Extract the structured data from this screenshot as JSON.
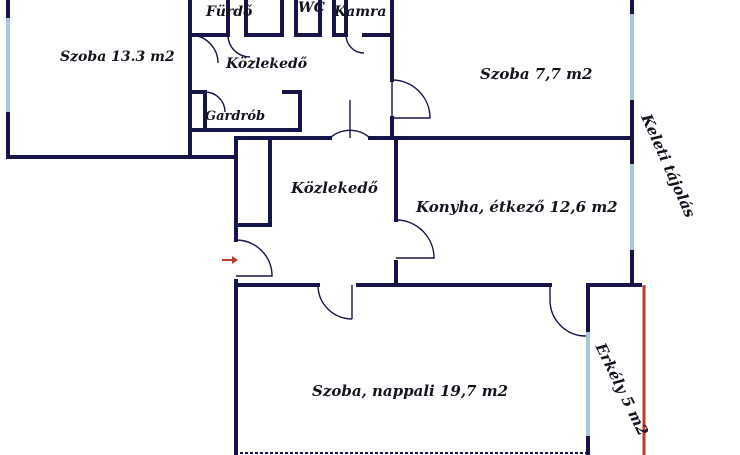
{
  "rooms": {
    "szoba_bal": "Szoba 13.3 m2",
    "furdo": "Fürdő",
    "wc": "WC",
    "kamra": "Kamra",
    "kozlekedo_felso": "Közlekedő",
    "gardrob": "Gardrób",
    "szoba_jobb": "Szoba 7,7 m2",
    "kozlekedo_also": "Közlekedő",
    "konyha": "Konyha, étkező 12,6 m2",
    "nappali": "Szoba, nappali 19,7 m2",
    "erkely": "Erkély 5 m2"
  },
  "orientation": "Keleti tájolás",
  "colors": {
    "wall": "#15154a",
    "window": "#a9c6da",
    "balcony_edge": "#c0392b",
    "entrance_arrow": "#c0392b",
    "text": "#14141e"
  },
  "icons": {
    "entrance": "entrance-arrow-icon"
  }
}
